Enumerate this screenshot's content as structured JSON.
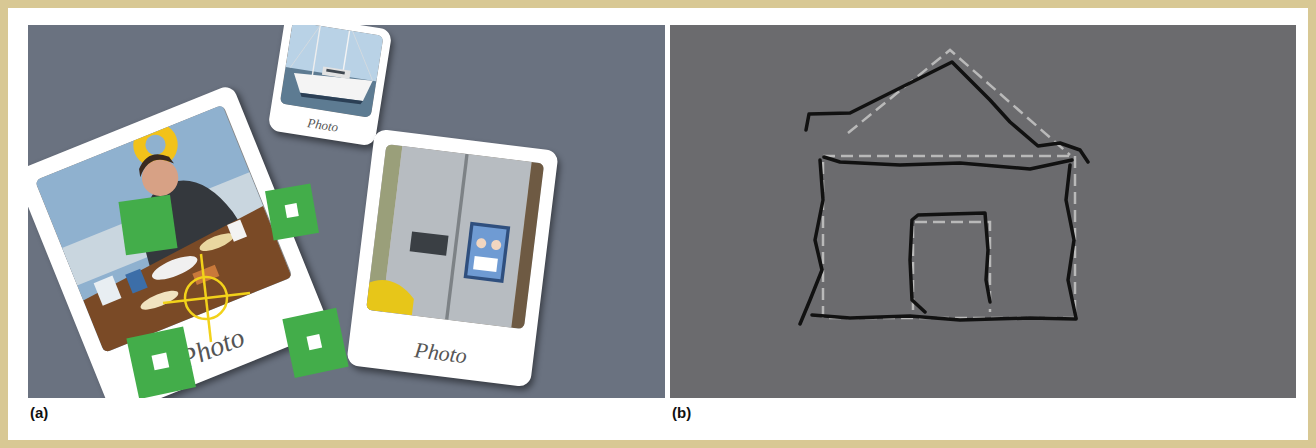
{
  "diagram": {
    "nodes": [
      {
        "text": [
          "(a)"
        ]
      },
      {
        "text": [
          "Photo"
        ],
        "in": 0
      },
      {
        "text": [
          "Photo"
        ],
        "in": 0
      },
      {
        "text": [
          "Photo"
        ],
        "in": 0
      },
      {
        "text": [
          "(b)"
        ]
      }
    ]
  }
}
